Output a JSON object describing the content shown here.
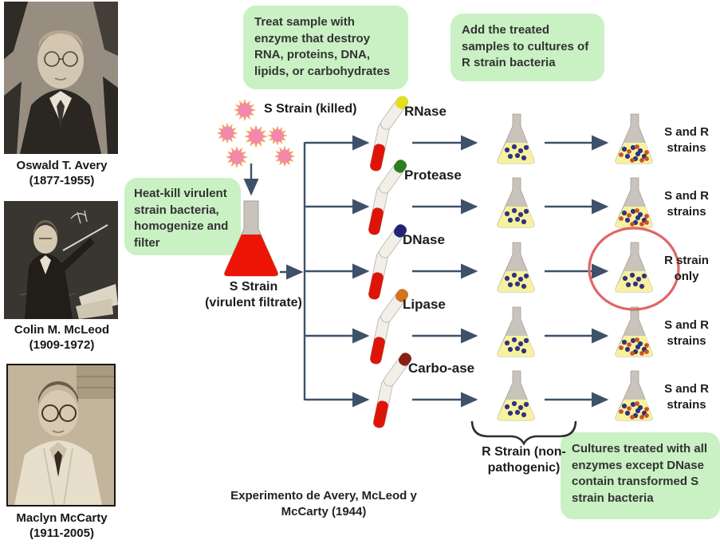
{
  "portraits": [
    {
      "name": "Oswald T. Avery",
      "years": "(1877-1955)"
    },
    {
      "name": "Colin M. McLeod",
      "years": "(1909-1972)"
    },
    {
      "name": "Maclyn McCarty",
      "years": "(1911-2005)"
    }
  ],
  "callouts": {
    "treat_sample": "Treat sample with enzyme that destroy RNA, proteins, DNA, lipids, or carbohydrates",
    "add_treated": "Add the treated samples to cultures of R strain bacteria",
    "heat_kill": "Heat-kill virulent strain bacteria, homogenize and filter",
    "conclusion": "Cultures treated with all enzymes except DNase contain transformed S strain bacteria"
  },
  "flow": {
    "s_strain_killed": "S Strain (killed)",
    "s_strain": "S Strain",
    "virulent_filtrate": "(virulent filtrate)",
    "r_strain_line1": "R Strain (non-",
    "r_strain_line2": "pathogenic)"
  },
  "rows": [
    {
      "enzyme": "RNase",
      "tip_color": "#e3df1c",
      "result_line1": "S and R",
      "result_line2": "strains"
    },
    {
      "enzyme": "Protease",
      "tip_color": "#2e7d21",
      "result_line1": "S and R",
      "result_line2": "strains"
    },
    {
      "enzyme": "DNase",
      "tip_color": "#232378",
      "result_line1": "R strain",
      "result_line2": "only",
      "highlight": "circled"
    },
    {
      "enzyme": "Lipase",
      "tip_color": "#d2751f",
      "result_line1": "S and R",
      "result_line2": "strains"
    },
    {
      "enzyme": "Carbo-ase",
      "tip_color": "#8a1f14",
      "result_line1": "S and R",
      "result_line2": "strains"
    }
  ],
  "caption": {
    "line1": "Experimento de Avery, McLeod y",
    "line2": "McCarty (1944)"
  },
  "colors": {
    "callout_bg": "#c9f1c3",
    "arrow": "#3f5168",
    "virulent_liquid": "#ee1405",
    "culture_liquid": "#f6f2a0",
    "r_strain_dot": "#33337c",
    "s_strain_dot": "#cc5320",
    "killed_cell_outer": "#f2a35e",
    "killed_cell_inner": "#f387ad",
    "highlight_circle": "#e06666",
    "flask_glass": "#c9c4bb",
    "tube_red": "#dd1508"
  }
}
